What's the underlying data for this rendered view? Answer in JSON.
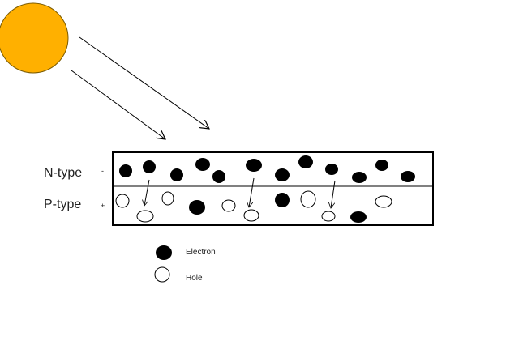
{
  "labels": {
    "n_type": "N-type",
    "p_type": "P-type",
    "n_sign": "-",
    "p_sign": "+"
  },
  "legend": {
    "electron": "Electron",
    "hole": "Hole"
  },
  "colors": {
    "sun_fill": "#FFB000",
    "sun_stroke": "#7a5a00",
    "ink": "#000000",
    "background": "#ffffff"
  }
}
